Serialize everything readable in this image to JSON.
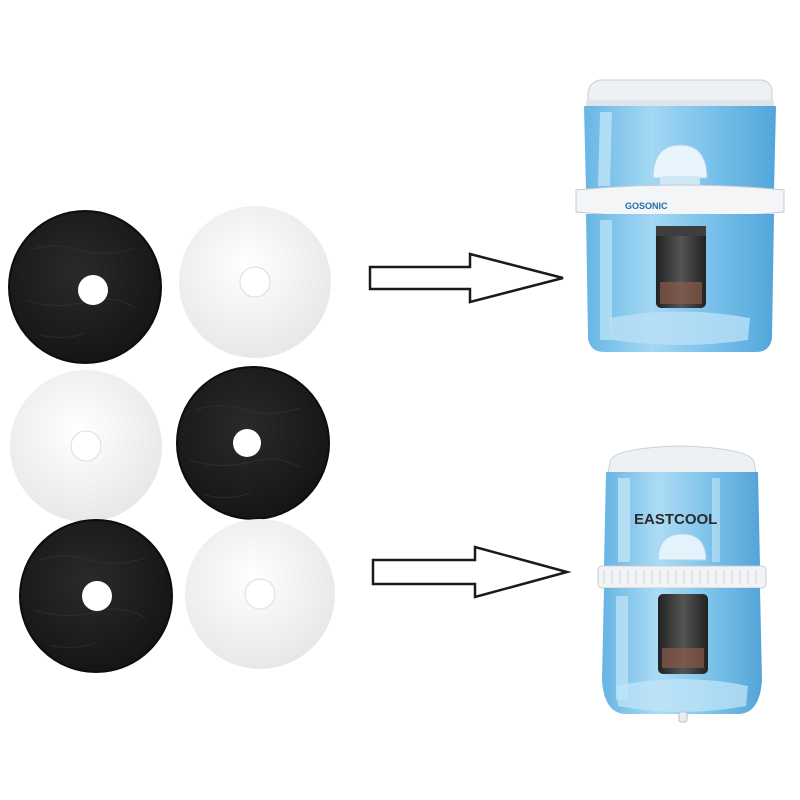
{
  "background": "#ffffff",
  "filter_pads": [
    {
      "color": "black"
    },
    {
      "color": "white"
    },
    {
      "color": "white"
    },
    {
      "color": "black"
    },
    {
      "color": "black"
    },
    {
      "color": "white"
    }
  ],
  "products": [
    {
      "brand": "GOSONIC",
      "shape": "square-dispenser",
      "tank_color": "#7ec6ea"
    },
    {
      "brand": "EASTCOOL",
      "shape": "round-dispenser",
      "tank_color": "#7fc4ec"
    }
  ],
  "arrows": [
    {
      "direction": "right",
      "points_to": "GOSONIC"
    },
    {
      "direction": "right",
      "points_to": "EASTCOOL"
    }
  ],
  "colors": {
    "pad_black": "#1b1b1b",
    "pad_white": "#f1f1f1",
    "trim_white": "#f2f4f6",
    "cartridge": "#3a3a3a"
  }
}
